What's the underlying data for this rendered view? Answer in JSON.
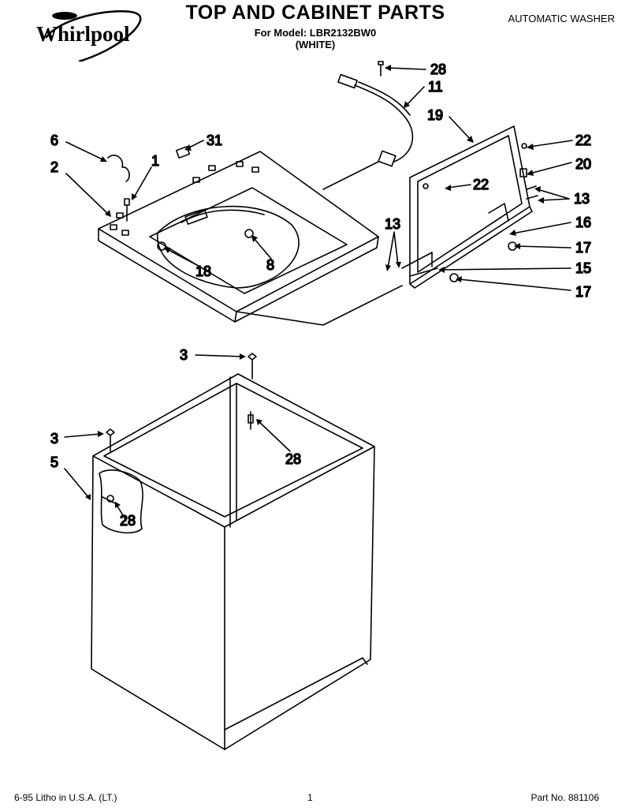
{
  "header": {
    "brand": "Whirlpool",
    "title": "TOP AND CABINET PARTS",
    "model_line": "For Model: LBR2132BW0",
    "color_line": "(WHITE)",
    "doc_type": "AUTOMATIC WASHER"
  },
  "callouts": {
    "c28a": "28",
    "c11": "11",
    "c19": "19",
    "c22a": "22",
    "c22b": "22",
    "c20": "20",
    "c13a": "13",
    "c16": "16",
    "c17a": "17",
    "c15": "15",
    "c17b": "17",
    "c13b": "13",
    "c6": "6",
    "c31": "31",
    "c1": "1",
    "c2": "2",
    "c8": "8",
    "c18": "18",
    "c3a": "3",
    "c3b": "3",
    "c28b": "28",
    "c5": "5",
    "c28c": "28"
  },
  "footer": {
    "date_litho": "6-95  Litho in U.S.A. (LT.)",
    "page": "1",
    "part_no": "Part No. 881106"
  }
}
